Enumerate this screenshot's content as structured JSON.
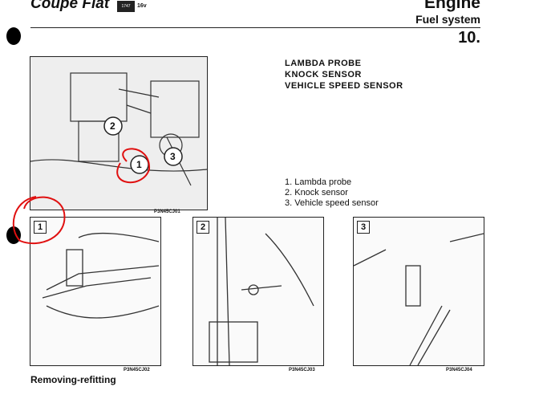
{
  "header": {
    "brand": "Coupe Fiat",
    "badge": "1747",
    "badge_suffix": "16v",
    "section": "Engine",
    "subsection": "Fuel system",
    "page_number": "10."
  },
  "headings": [
    "LAMBDA PROBE",
    "KNOCK SENSOR",
    "VEHICLE SPEED SENSOR"
  ],
  "legend": [
    "1. Lambda probe",
    "2. Knock sensor",
    "3. Vehicle speed sensor"
  ],
  "figures": {
    "main": {
      "code": "P3N45CJ01",
      "callouts": [
        "1",
        "2",
        "3"
      ]
    },
    "detail": [
      {
        "num": "1",
        "code": "P3N45CJ02"
      },
      {
        "num": "2",
        "code": "P3N45CJ03"
      },
      {
        "num": "3",
        "code": "P3N45CJ04"
      }
    ]
  },
  "footer": {
    "section_title": "Removing-refitting"
  },
  "colors": {
    "annotation": "#e01010"
  }
}
